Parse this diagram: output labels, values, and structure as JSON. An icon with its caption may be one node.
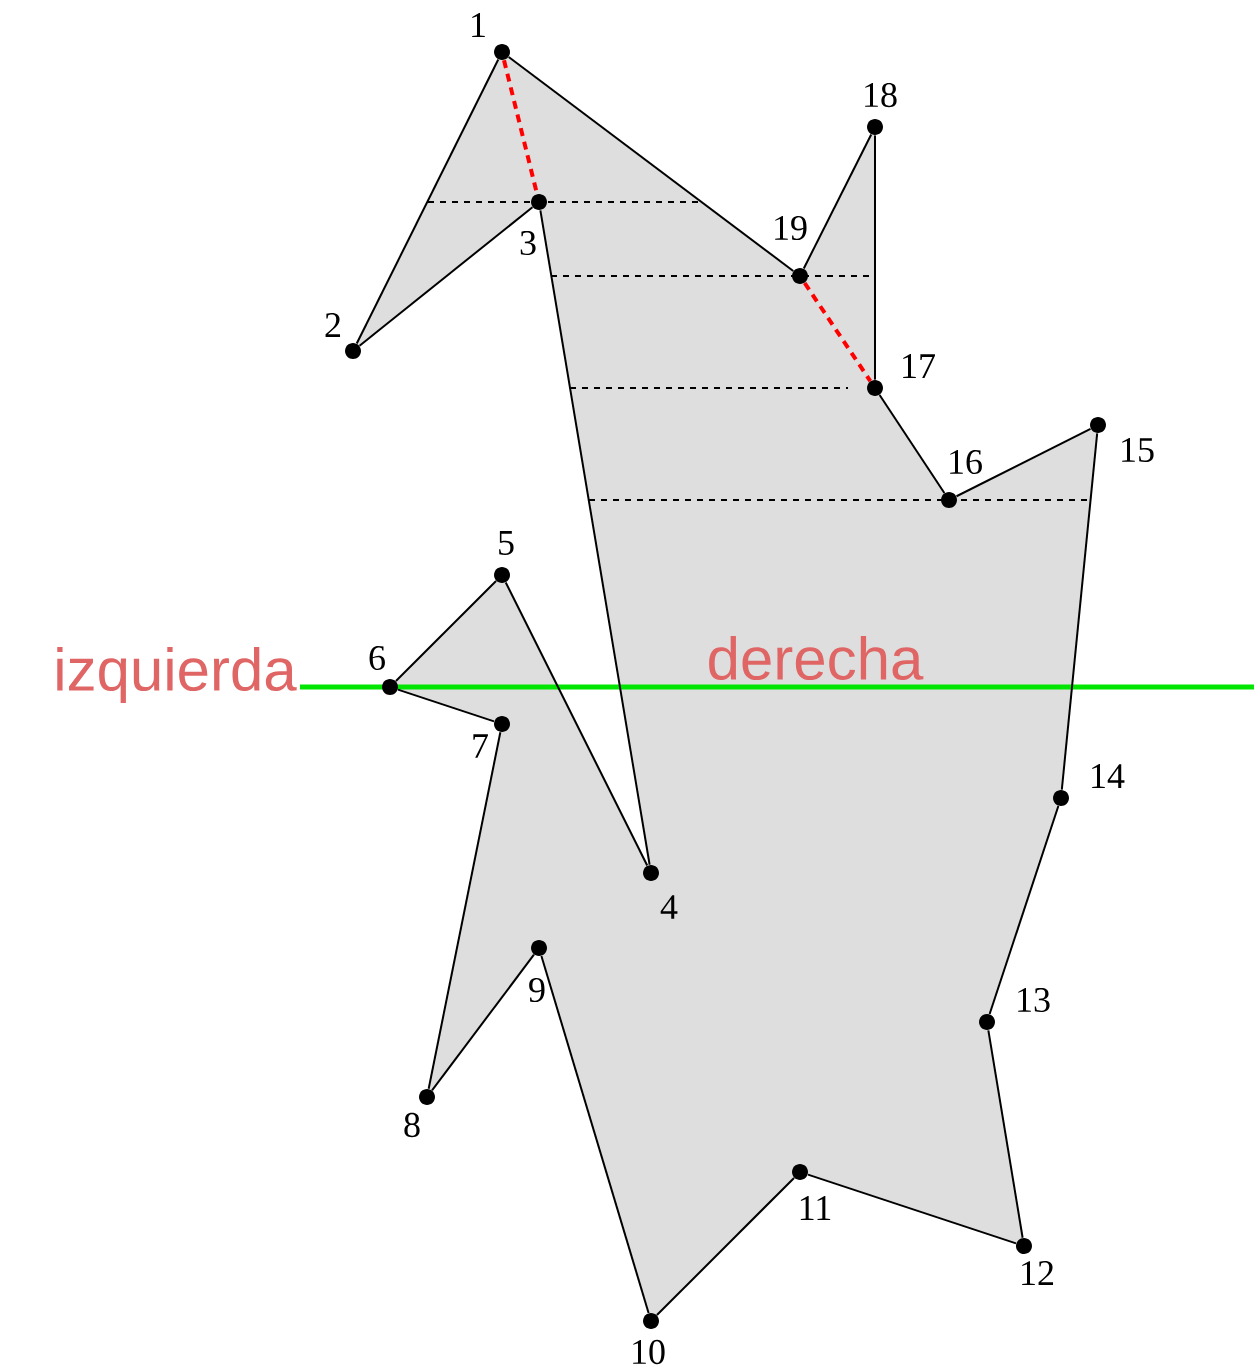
{
  "diagram": {
    "nodes": [
      {
        "text": [],
        "shape": "circle",
        "beside": [
          "1"
        ]
      },
      {
        "text": [],
        "shape": "circle",
        "beside": [
          "2"
        ]
      },
      {
        "text": [],
        "shape": "circle",
        "beside": [
          "3"
        ]
      },
      {
        "text": [],
        "shape": "circle",
        "beside": [
          "4"
        ]
      },
      {
        "text": [],
        "shape": "circle",
        "beside": [
          "5"
        ]
      },
      {
        "text": [],
        "shape": "circle",
        "beside": [
          "6"
        ]
      },
      {
        "text": [],
        "shape": "circle",
        "beside": [
          "7"
        ]
      },
      {
        "text": [],
        "shape": "circle",
        "beside": [
          "8"
        ]
      },
      {
        "text": [],
        "shape": "circle",
        "beside": [
          "9"
        ]
      },
      {
        "text": [],
        "shape": "circle",
        "beside": [
          "10"
        ]
      },
      {
        "text": [],
        "shape": "circle",
        "beside": [
          "11"
        ]
      },
      {
        "text": [],
        "shape": "circle",
        "beside": [
          "12"
        ]
      },
      {
        "text": [],
        "shape": "circle",
        "beside": [
          "13"
        ]
      },
      {
        "text": [],
        "shape": "circle",
        "beside": [
          "14"
        ]
      },
      {
        "text": [],
        "shape": "circle",
        "beside": [
          "15"
        ]
      },
      {
        "text": [],
        "shape": "circle",
        "beside": [
          "16"
        ]
      },
      {
        "text": [],
        "shape": "circle",
        "beside": [
          "17"
        ]
      },
      {
        "text": [],
        "shape": "circle",
        "beside": [
          "18"
        ]
      },
      {
        "text": [],
        "shape": "circle",
        "beside": [
          "19"
        ]
      }
    ],
    "edges": [
      {
        "from": 0,
        "to": 1,
        "arrow": "none"
      },
      {
        "from": 1,
        "to": 2,
        "arrow": "none"
      },
      {
        "from": 2,
        "to": 3,
        "arrow": "none"
      },
      {
        "from": 3,
        "to": 4,
        "arrow": "none"
      },
      {
        "from": 4,
        "to": 5,
        "arrow": "none"
      },
      {
        "from": 5,
        "to": 6,
        "arrow": "none"
      },
      {
        "from": 6,
        "to": 7,
        "arrow": "none"
      },
      {
        "from": 7,
        "to": 8,
        "arrow": "none"
      },
      {
        "from": 8,
        "to": 9,
        "arrow": "none"
      },
      {
        "from": 9,
        "to": 10,
        "arrow": "none"
      },
      {
        "from": 10,
        "to": 11,
        "arrow": "none"
      },
      {
        "from": 11,
        "to": 12,
        "arrow": "none"
      },
      {
        "from": 12,
        "to": 13,
        "arrow": "none"
      },
      {
        "from": 13,
        "to": 14,
        "arrow": "none"
      },
      {
        "from": 14,
        "to": 15,
        "arrow": "none"
      },
      {
        "from": 15,
        "to": 16,
        "arrow": "none"
      },
      {
        "from": 16,
        "to": 17,
        "arrow": "none"
      },
      {
        "from": 17,
        "to": 18,
        "arrow": "none"
      },
      {
        "from": 18,
        "to": 0,
        "arrow": "none"
      },
      {
        "from": 0,
        "to": 2,
        "arrow": "none",
        "style": "dashed",
        "color": "#ff0000"
      },
      {
        "from": 18,
        "to": 16,
        "arrow": "none",
        "style": "dashed",
        "color": "#ff0000"
      }
    ],
    "labels": [
      "izquierda",
      "derecha"
    ]
  }
}
